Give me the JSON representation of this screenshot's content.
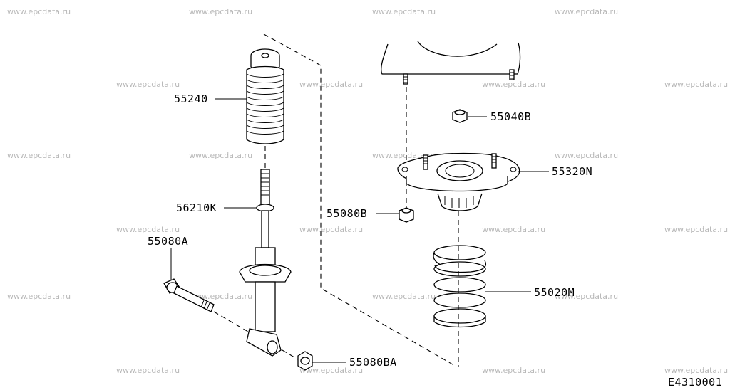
{
  "watermark": "www.epcdata.ru",
  "parts": {
    "bump_boot": "55240",
    "mount_nut_upper": "55040B",
    "strut_mount": "55320N",
    "stud_bolt": "56210K",
    "mount_nut_lower": "55080B",
    "lower_bolt": "55080A",
    "coil_spring": "55020M",
    "lower_nut": "55080BA"
  },
  "figure_code": "E4310001"
}
